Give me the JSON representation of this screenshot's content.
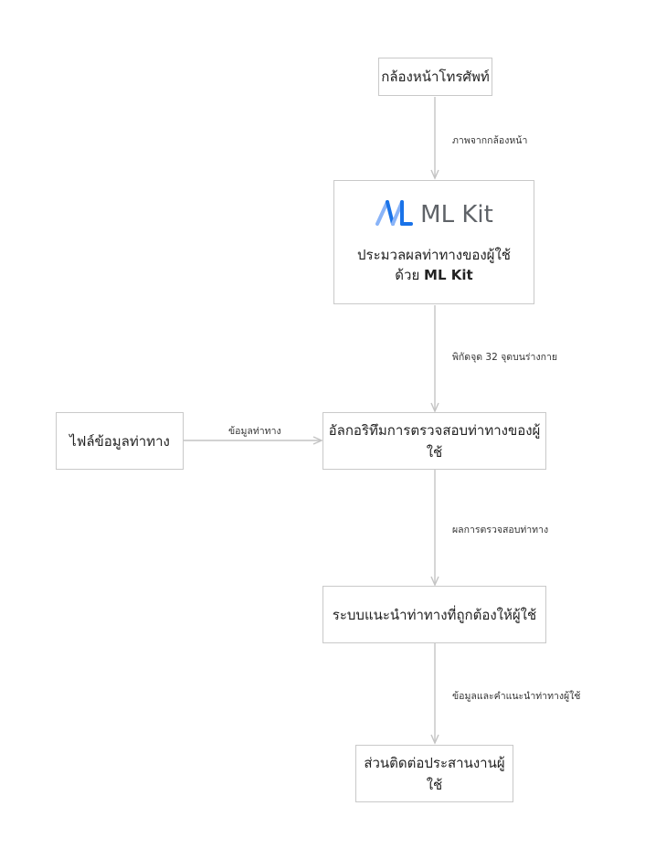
{
  "nodes": {
    "camera": "กล้องหน้าโทรศัพท์",
    "mlkit": {
      "logo_text": "ML Kit",
      "desc_line1": "ประมวลผลท่าทางของผู้ใช้",
      "desc_line2_prefix": "ด้วย ",
      "desc_line2_bold": "ML Kit"
    },
    "pose_file": "ไฟล์ข้อมูลท่าทาง",
    "algorithm": "อัลกอริทึมการตรวจสอบท่าทางของผู้ใช้",
    "guidance": "ระบบแนะนำท่าทางที่ถูกต้องให้ผู้ใช้",
    "ui": "ส่วนติดต่อประสานงานผู้ใช้"
  },
  "edges": {
    "camera_to_mlkit": "ภาพจากกล้องหน้า",
    "mlkit_to_algorithm": "พิกัดจุด 32 จุดบนร่างกาย",
    "file_to_algorithm": "ข้อมูลท่าทาง",
    "algorithm_to_guidance": "ผลการตรวจสอบท่าทาง",
    "guidance_to_ui": "ข้อมูลและคำแนะนำท่าทางผู้ใช้"
  },
  "colors": {
    "border": "#c9c9c9",
    "arrow": "#c4c4c4",
    "logo_blue_dark": "#1a73e8",
    "logo_blue_light": "#8ab4f8",
    "logo_text": "#5f6368"
  },
  "icons": {
    "mlkit_logo": "mlkit-logo-icon"
  }
}
